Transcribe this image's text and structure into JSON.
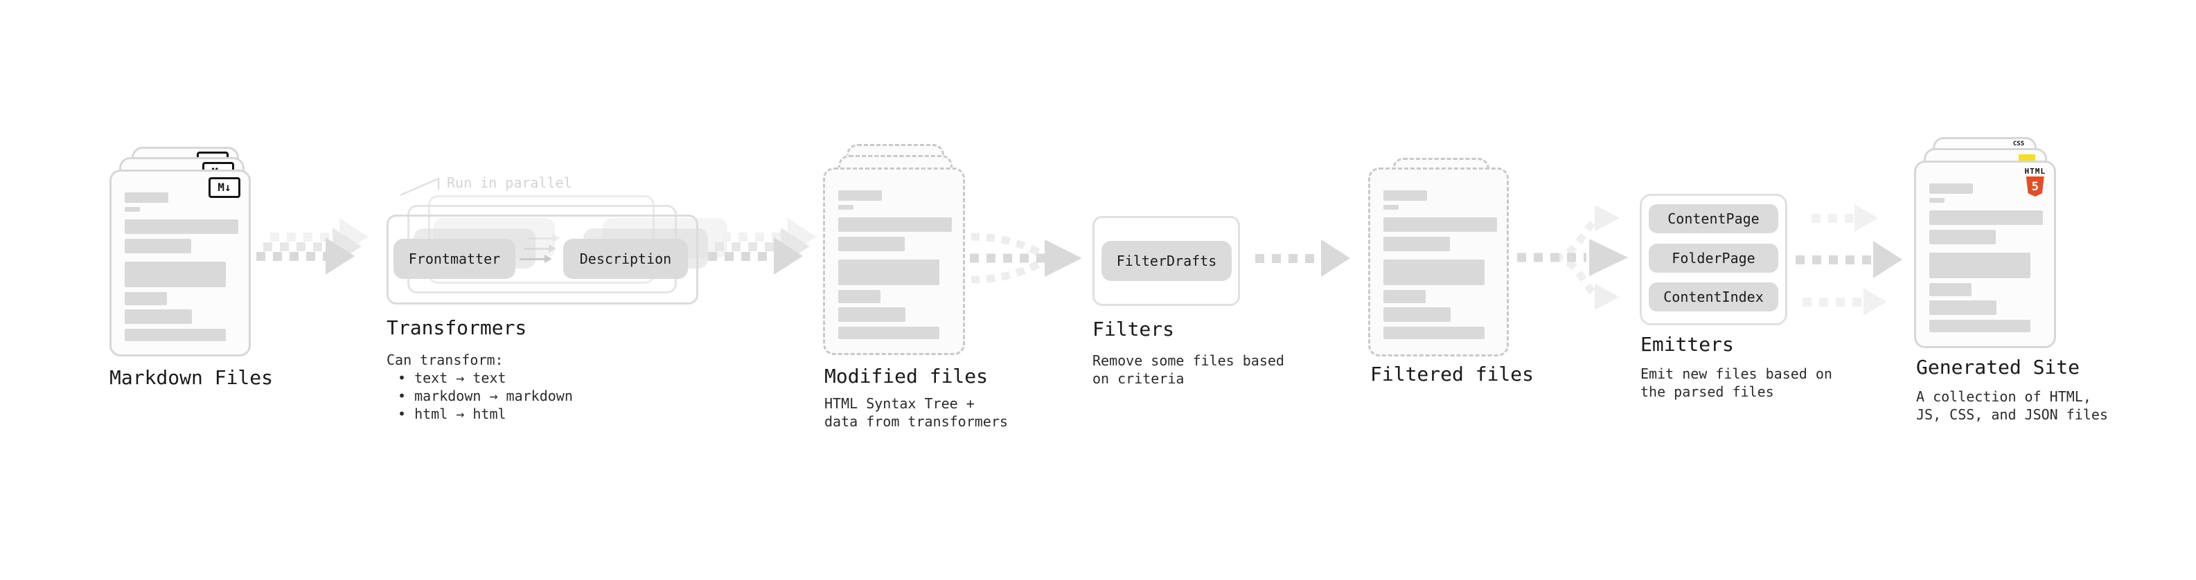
{
  "d": {
    "markdown": {
      "title": "Markdown Files",
      "badge": "M↓"
    },
    "transformers": {
      "title": "Transformers",
      "callout": "Run in parallel",
      "node1": "Frontmatter",
      "node2": "Description",
      "heading": "Can transform:",
      "bullets": [
        "• text → text",
        "• markdown → markdown",
        "• html → html"
      ]
    },
    "modified": {
      "title": "Modified files",
      "sub": [
        "HTML Syntax Tree +",
        "data from transformers"
      ]
    },
    "filters": {
      "title": "Filters",
      "node": "FilterDrafts",
      "sub": [
        "Remove some files based",
        "on criteria"
      ]
    },
    "filtered": {
      "title": "Filtered files"
    },
    "emitters": {
      "title": "Emitters",
      "nodes": [
        "ContentPage",
        "FolderPage",
        "ContentIndex"
      ],
      "sub": [
        "Emit new files based on",
        "the parsed files"
      ]
    },
    "generated": {
      "title": "Generated Site",
      "sub": [
        "A collection of HTML,",
        "JS, CSS, and JSON files"
      ],
      "css_badge": "CSS",
      "html_badge": "HTML",
      "html_number": "5"
    },
    "colors": {
      "html5_orange": "#e44d26",
      "js_yellow": "#f7df1e",
      "css_blue": "#2965f1",
      "node_gray": "#dbdbdb",
      "bar_gray": "#d9d9d9",
      "arrow_dark": "#d9d9d9",
      "arrow_light": "#f1f1f1"
    }
  }
}
